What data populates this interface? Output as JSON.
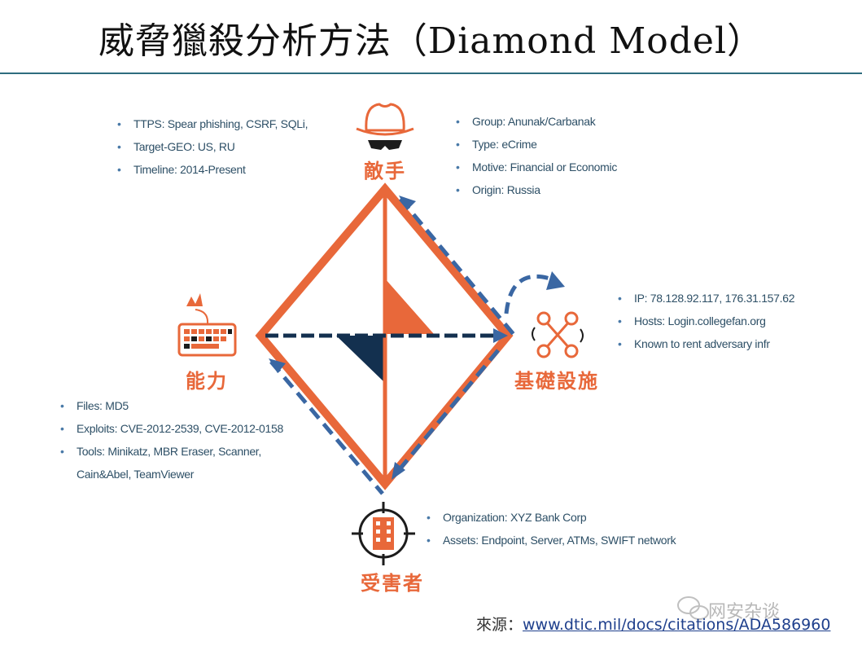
{
  "title": "威脅獵殺分析方法（Diamond Model）",
  "nodes": {
    "adversary": {
      "label": "敵手",
      "items": [
        "Group: Anunak/Carbanak",
        "Type: eCrime",
        "Motive: Financial or Economic",
        "Origin: Russia"
      ]
    },
    "capability": {
      "label": "能力",
      "items": [
        "Files: MD5",
        "Exploits: CVE-2012-2539, CVE-2012-0158",
        "Tools: Minikatz, MBR Eraser, Scanner,"
      ],
      "continuation": "Cain&Abel, TeamViewer"
    },
    "infrastructure": {
      "label": "基礎設施",
      "items": [
        "IP: 78.128.92.117, 176.31.157.62",
        "Hosts: Login.collegefan.org",
        "Known to rent adversary infr"
      ]
    },
    "victim": {
      "label": "受害者",
      "items": [
        "Organization: XYZ Bank Corp",
        "Assets: Endpoint, Server, ATMs, SWIFT network"
      ]
    }
  },
  "ttps": [
    "TTPS: Spear phishing, CSRF, SQLi,",
    "Target-GEO: US, RU",
    "Timeline: 2014-Present"
  ],
  "source": {
    "label": "來源：",
    "url": "www.dtic.mil/docs/citations/ADA586960"
  },
  "watermark": "网安杂谈",
  "icons": [
    "hat-spy-icon",
    "keyboard-icon",
    "network-nodes-icon",
    "building-target-icon"
  ],
  "colors": {
    "orange": "#e8683a",
    "navy": "#13304f",
    "dash_blue": "#3a67a3",
    "text": "#2d4f66"
  }
}
